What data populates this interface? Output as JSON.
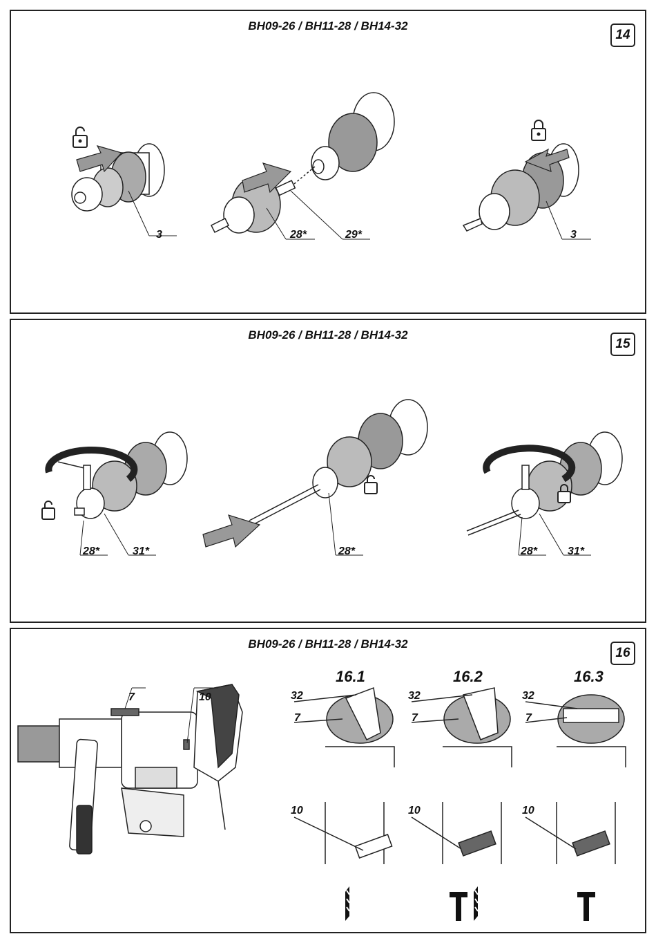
{
  "panels": [
    {
      "title": "BH09-26 / BH11-28 / BH14-32",
      "number": "14",
      "callouts": [
        "3",
        "28*",
        "29*",
        "3"
      ]
    },
    {
      "title": "BH09-26 / BH11-28 / BH14-32",
      "number": "15",
      "callouts": [
        "28*",
        "31*",
        "28*",
        "28*",
        "31*"
      ]
    },
    {
      "title": "BH09-26 / BH11-28 / BH14-32",
      "number": "16",
      "callouts": [
        "7",
        "10"
      ],
      "subfigures": [
        {
          "label": "16.1",
          "switch_labels": [
            "32",
            "7"
          ],
          "slider_label": "10",
          "mode_icon": "drill-icon"
        },
        {
          "label": "16.2",
          "switch_labels": [
            "32",
            "7"
          ],
          "slider_label": "10",
          "mode_icon": "hammer-drill-icon"
        },
        {
          "label": "16.3",
          "switch_labels": [
            "32",
            "7"
          ],
          "slider_label": "10",
          "mode_icon": "hammer-icon"
        }
      ]
    }
  ],
  "icons": {
    "unlock": "unlock-icon",
    "lock": "lock-icon",
    "arrow": "push-arrow-icon"
  }
}
